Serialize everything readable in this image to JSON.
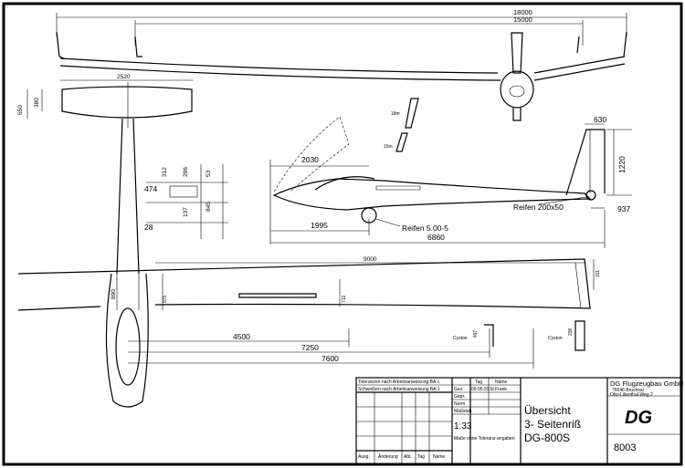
{
  "dimensions": {
    "span_total": "18000",
    "span_inner": "15000",
    "tail_span": "2520",
    "tail_chord": "550",
    "tail_thickness": "380",
    "fin_top": "630",
    "fin_height": "1220",
    "gear_offset": "937",
    "canopy_length": "2030",
    "wheel_pos": "1995",
    "length": "6860",
    "d312": "312",
    "d286": "286",
    "d53": "53",
    "d474": "474",
    "d137": "137",
    "d845": "845",
    "d28": "28",
    "wing_half": "9000",
    "wing_root": "890",
    "wing_975": "975",
    "wing_712": "712",
    "tip_311": "311",
    "tip_236": "236",
    "tip_497": "497",
    "d4500": "4500",
    "d7250": "7250",
    "d7600": "7600"
  },
  "labels": {
    "tail_wheel": "Reifen 200x50",
    "main_wheel": "Reifen 5.00-5",
    "winglet_18m": "18m",
    "winglet_15m": "15m",
    "cuff_left": "Cyston",
    "cuff_right": "Cyston"
  },
  "title_block": {
    "revision_1": "Toleranzen nach Arbeitsanweisung BA 1",
    "revision_2": "Schweißen nach Arbeitsanweisung BA 1",
    "col_tag": "Tag",
    "col_name": "Name",
    "row_gez": "Gez.",
    "row_gez_date": "09.05.91",
    "row_gez_name": "St.Frank",
    "row_gepr": "Gepr.",
    "row_norm": "Norm",
    "massstab_label": "Maßstab",
    "scale_value": "1:33",
    "material_note": "Maße ohne Toleranz-angaben",
    "title_1": "Übersicht",
    "title_2": "3- Seitenriß",
    "title_3": "DG-800S",
    "company": "DG Flugzeugbau GmbH",
    "address_1": "76646 Bruchsal",
    "address_2": "Otto-Lilienthal-Weg 2",
    "logo": "DG",
    "drawing_no": "8003",
    "footer_aend": "Ausg.",
    "footer_aenderung": "Änderung",
    "footer_abt": "Abt.",
    "footer_tag": "Tag",
    "footer_name": "Name"
  }
}
